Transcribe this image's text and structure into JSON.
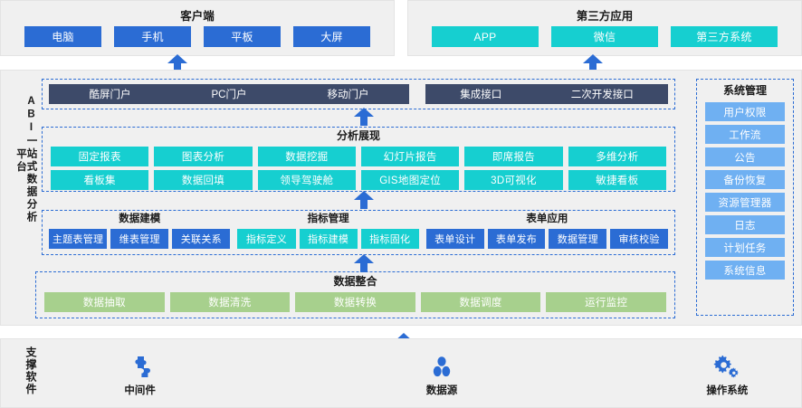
{
  "client": {
    "title": "客户端",
    "items": [
      "电脑",
      "手机",
      "平板",
      "大屏"
    ]
  },
  "third_party": {
    "title": "第三方应用",
    "items": [
      "APP",
      "微信",
      "第三方系统"
    ]
  },
  "platform": {
    "vertical_label_line1": "ABI一站式数据分析",
    "vertical_label_line2": "平台",
    "portal": {
      "left_items": [
        "酷屏门户",
        "PC门户",
        "移动门户"
      ],
      "right_items": [
        "集成接口",
        "二次开发接口"
      ]
    },
    "analysis": {
      "title": "分析展现",
      "row1": [
        "固定报表",
        "图表分析",
        "数据挖掘",
        "幻灯片报告",
        "即席报告",
        "多维分析"
      ],
      "row2": [
        "看板集",
        "数据回填",
        "领导驾驶舱",
        "GIS地图定位",
        "3D可视化",
        "敏捷看板"
      ]
    },
    "modeling": {
      "title": "数据建模",
      "items": [
        "主题表管理",
        "维表管理",
        "关联关系"
      ]
    },
    "metrics": {
      "title": "指标管理",
      "items": [
        "指标定义",
        "指标建模",
        "指标固化"
      ]
    },
    "forms": {
      "title": "表单应用",
      "items": [
        "表单设计",
        "表单发布",
        "数据管理",
        "审核校验"
      ]
    },
    "integration": {
      "title": "数据整合",
      "items": [
        "数据抽取",
        "数据清洗",
        "数据转换",
        "数据调度",
        "运行监控"
      ]
    }
  },
  "system_management": {
    "title": "系统管理",
    "items": [
      "用户权限",
      "工作流",
      "公告",
      "备份恢复",
      "资源管理器",
      "日志",
      "计划任务",
      "系统信息"
    ]
  },
  "support": {
    "label": "支撑软件",
    "items": [
      {
        "label": "中间件",
        "icon": "puzzle-icon"
      },
      {
        "label": "数据源",
        "icon": "datasource-icon"
      },
      {
        "label": "操作系统",
        "icon": "gear-icon"
      }
    ]
  },
  "colors": {
    "blue": "#2b6cd4",
    "teal": "#16cfd0",
    "green": "#a7d08d",
    "light_blue": "#6fb0f2",
    "navy": "#3d4a69",
    "panel_bg": "#f0f0f0",
    "dashed_border": "#2b6cd4"
  }
}
